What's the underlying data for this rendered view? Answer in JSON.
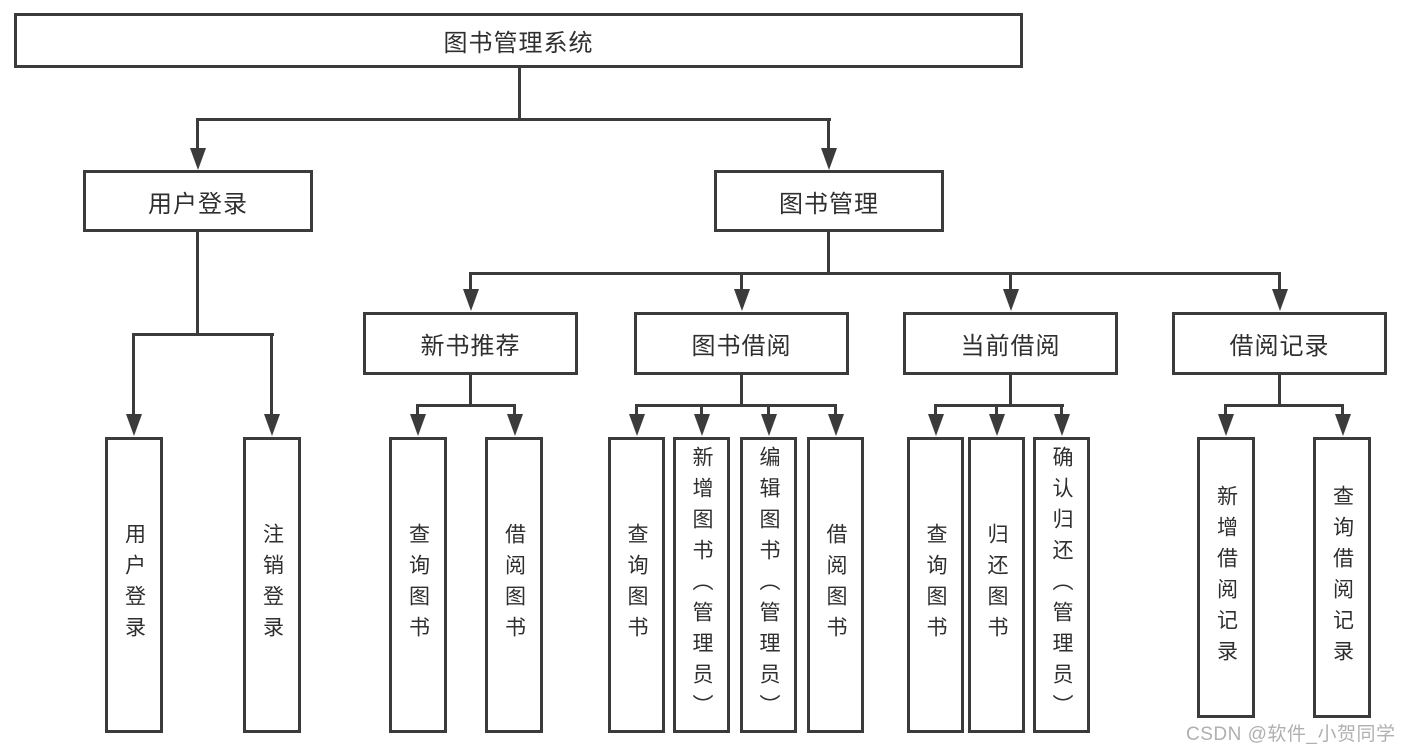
{
  "nodes": {
    "root": {
      "label": "图书管理系统"
    },
    "login": {
      "label": "用户登录",
      "children": [
        {
          "label": "用户登录"
        },
        {
          "label": "注销登录"
        }
      ]
    },
    "mgmt": {
      "label": "图书管理",
      "children": [
        {
          "label": "新书推荐",
          "children": [
            {
              "label": "查询图书"
            },
            {
              "label": "借阅图书"
            }
          ]
        },
        {
          "label": "图书借阅",
          "children": [
            {
              "label": "查询图书"
            },
            {
              "label": "新增图书（管理员）"
            },
            {
              "label": "编辑图书（管理员）"
            },
            {
              "label": "借阅图书"
            }
          ]
        },
        {
          "label": "当前借阅",
          "children": [
            {
              "label": "查询图书"
            },
            {
              "label": "归还图书"
            },
            {
              "label": "确认归还（管理员）"
            }
          ]
        },
        {
          "label": "借阅记录",
          "children": [
            {
              "label": "新增借阅记录"
            },
            {
              "label": "查询借阅记录"
            }
          ]
        }
      ]
    }
  },
  "watermark": "CSDN @软件_小贺同学",
  "colors": {
    "line": "#3b3b3b",
    "text": "#2f2f2f",
    "watermark": "#b0b0b0",
    "background": "#ffffff"
  }
}
